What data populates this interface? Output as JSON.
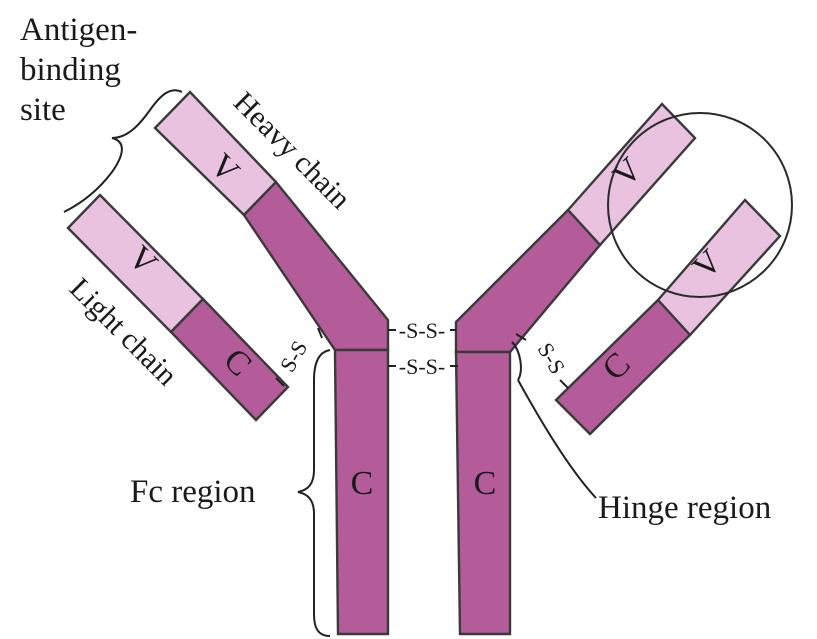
{
  "colors": {
    "constant_region": "#b45c9a",
    "variable_region": "#e8c2df",
    "outline": "#3a3a3a",
    "background": "#ffffff"
  },
  "labels": {
    "antigen_binding_site": [
      "Antigen-",
      "binding",
      "site"
    ],
    "heavy_chain": "Heavy chain",
    "light_chain": "Light chain",
    "fc_region": "Fc region",
    "hinge_region": "Hinge region"
  },
  "segments": {
    "variable": "V",
    "constant": "C"
  },
  "disulfide": {
    "bond": "S-S",
    "hinge_bond": "-S-S-"
  }
}
